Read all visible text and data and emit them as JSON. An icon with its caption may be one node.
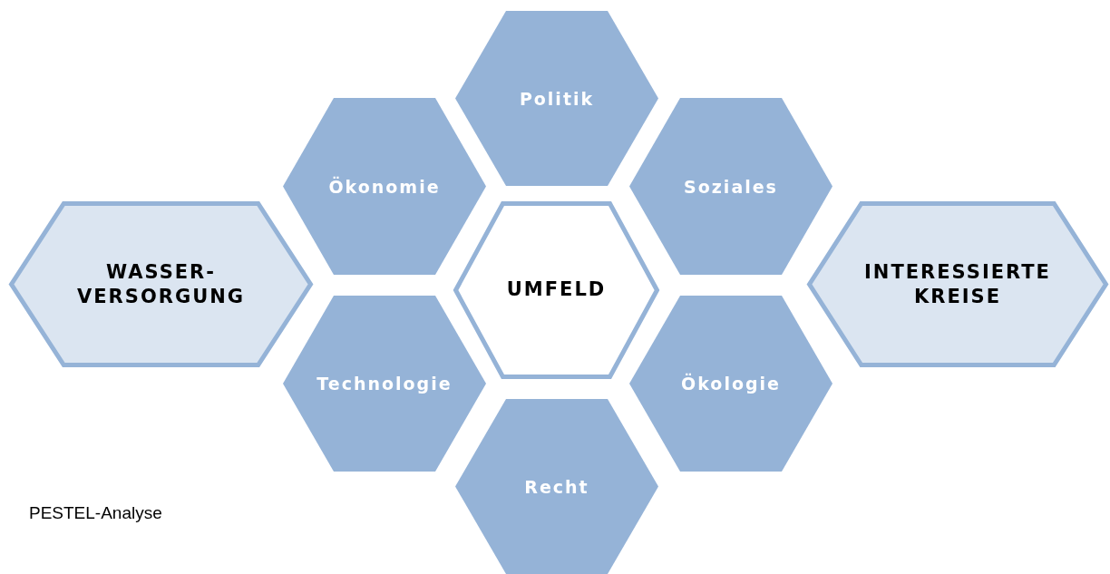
{
  "diagram": {
    "nodes": [
      {
        "text": [
          "Politik"
        ]
      },
      {
        "text": [
          "Ökonomie"
        ]
      },
      {
        "text": [
          "Soziales"
        ]
      },
      {
        "text": [
          "WASSER- VERSORGUNG"
        ]
      },
      {
        "text": [
          "UMFELD"
        ]
      },
      {
        "text": [
          "INTERESSIERTE KREISE"
        ]
      },
      {
        "text": [
          "Technologie"
        ]
      },
      {
        "text": [
          "Ökologie"
        ]
      },
      {
        "text": [
          "Recht"
        ]
      }
    ],
    "labels": [
      "PESTEL-Analyse"
    ]
  }
}
